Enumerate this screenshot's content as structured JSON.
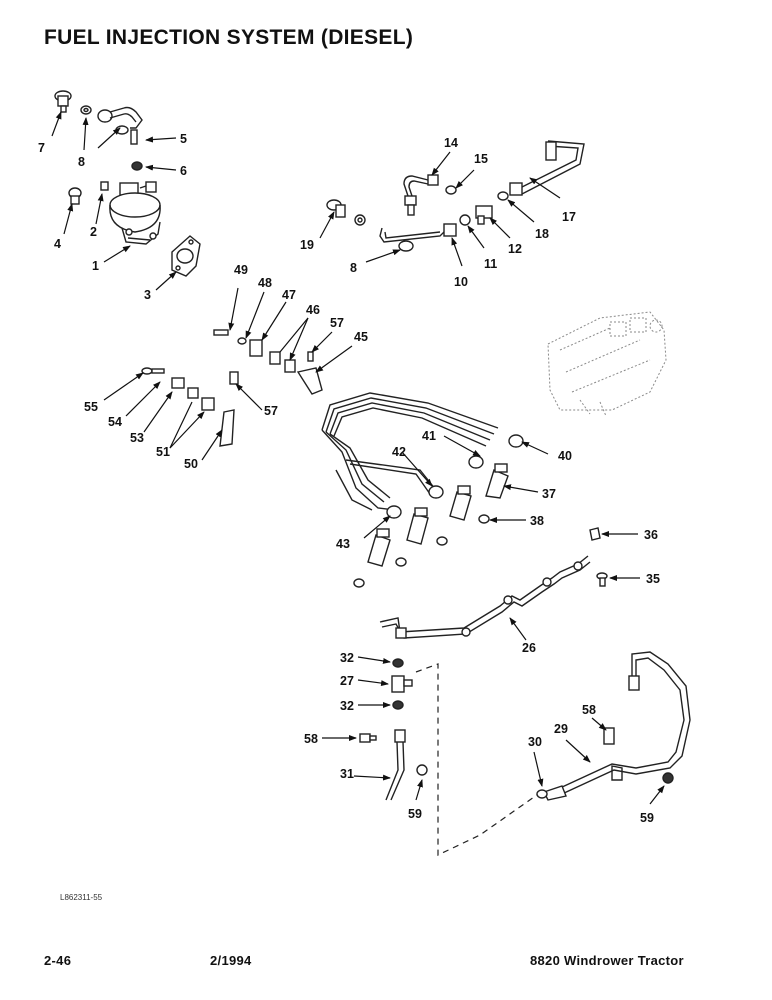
{
  "title": "FUEL INJECTION SYSTEM (DIESEL)",
  "image_code": "L862311-55",
  "footer": {
    "page": "2-46",
    "date": "2/1994",
    "model": "8820 Windrower Tractor"
  },
  "callouts": {
    "c1": "1",
    "c2": "2",
    "c3": "3",
    "c4": "4",
    "c5": "5",
    "c6": "6",
    "c7": "7",
    "c8a": "8",
    "c8b": "8",
    "c10": "10",
    "c11": "11",
    "c12": "12",
    "c14": "14",
    "c15": "15",
    "c17": "17",
    "c18": "18",
    "c19": "19",
    "c26": "26",
    "c27": "27",
    "c29": "29",
    "c30": "30",
    "c31": "31",
    "c32a": "32",
    "c32b": "32",
    "c35": "35",
    "c36": "36",
    "c37": "37",
    "c38": "38",
    "c40": "40",
    "c41": "41",
    "c42": "42",
    "c43": "43",
    "c45": "45",
    "c46": "46",
    "c47": "47",
    "c48": "48",
    "c49": "49",
    "c50": "50",
    "c51": "51",
    "c53": "53",
    "c54": "54",
    "c55": "55",
    "c57a": "57",
    "c57b": "57",
    "c58a": "58",
    "c58b": "58",
    "c59a": "59",
    "c59b": "59"
  }
}
